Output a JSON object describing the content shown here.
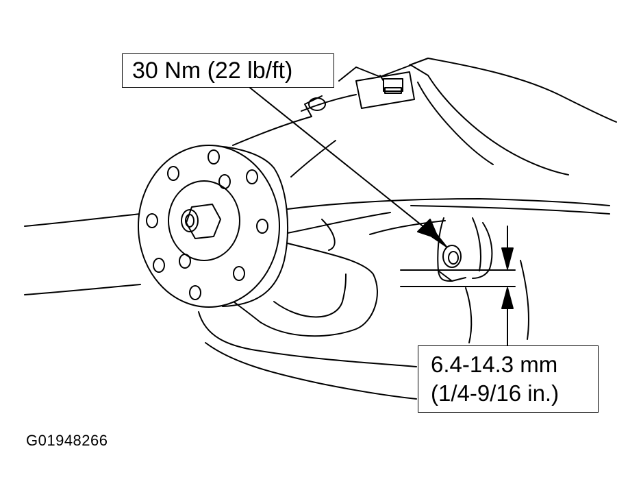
{
  "diagram": {
    "torque_label": "30 Nm (22 lb/ft)",
    "gap_label_metric": "6.4-14.3 mm",
    "gap_label_imperial": "(1/4-9/16 in.)",
    "figure_id": "G01948266",
    "line_color": "#000000",
    "background": "#ffffff"
  }
}
